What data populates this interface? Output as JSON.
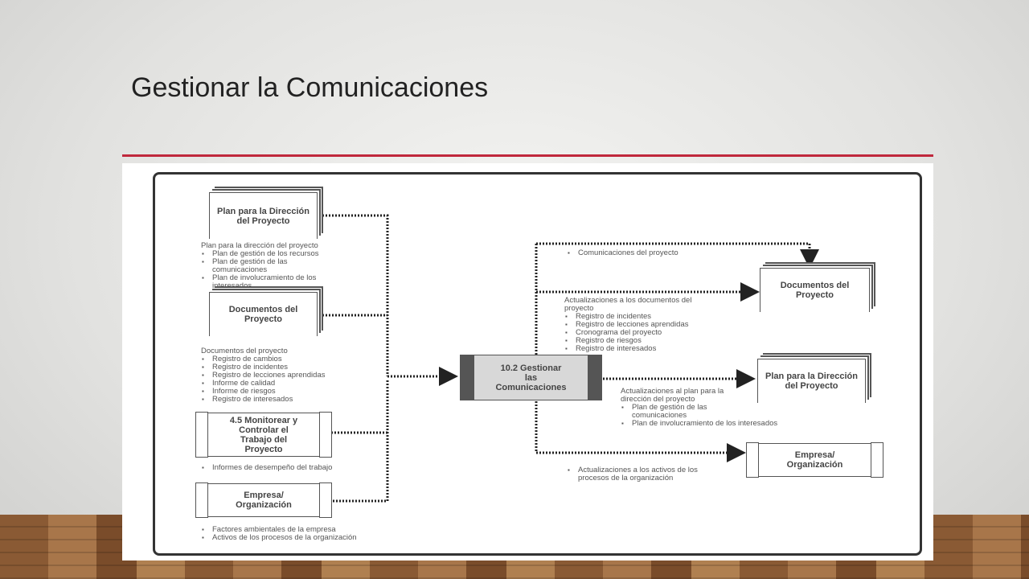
{
  "slide": {
    "title": "Gestionar la Comunicaciones"
  },
  "inputs": {
    "plan": {
      "label": "Plan para la Dirección del Proyecto",
      "desc": "Plan para la dirección del proyecto",
      "items": [
        "Plan de gestión de los recursos",
        "Plan de gestión de las comunicaciones",
        "Plan de involucramiento de los interesados"
      ]
    },
    "docs": {
      "label": "Documentos del Proyecto",
      "desc": "Documentos del proyecto",
      "items": [
        "Registro de cambios",
        "Registro de incidentes",
        "Registro de lecciones aprendidas",
        "Informe de calidad",
        "Informe de riesgos",
        "Registro de interesados"
      ]
    },
    "monitor": {
      "label": "4.5 Monitorear y Controlar el Trabajo del Proyecto",
      "items": [
        "Informes de desempeño del trabajo"
      ]
    },
    "org": {
      "label": "Empresa/ Organización",
      "items": [
        "Factores ambientales de la empresa",
        "Activos de los procesos de la organización"
      ]
    }
  },
  "process": {
    "label": "10.2 Gestionar las Comunicaciones"
  },
  "outputs": {
    "comms": {
      "items": [
        "Comunicaciones del proyecto"
      ]
    },
    "docs": {
      "label": "Documentos del Proyecto",
      "desc": "Actualizaciones a los documentos del proyecto",
      "items": [
        "Registro de incidentes",
        "Registro de lecciones aprendidas",
        "Cronograma del proyecto",
        "Registro de riesgos",
        "Registro de interesados"
      ]
    },
    "plan": {
      "label": "Plan para la Dirección del Proyecto",
      "desc": "Actualizaciones al plan para la dirección del proyecto",
      "items": [
        "Plan de gestión de las comunicaciones",
        "Plan de involucramiento de los interesados"
      ]
    },
    "org": {
      "label": "Empresa/ Organización",
      "items": [
        "Actualizaciones a los activos de los procesos de la organización"
      ]
    }
  }
}
